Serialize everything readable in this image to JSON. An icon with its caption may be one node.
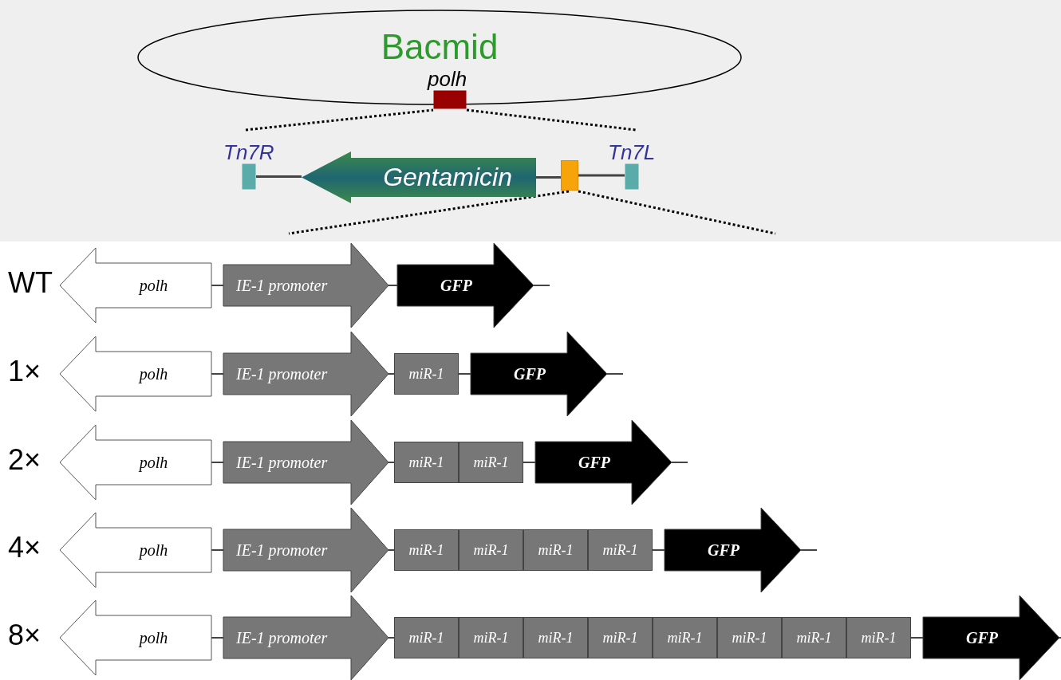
{
  "diagram": {
    "nodes": [
      {
        "text": [
          "Bacmid"
        ]
      },
      {
        "text": [],
        "shape": "box",
        "beside": [
          "polh"
        ]
      },
      {
        "text": [],
        "shape": "box",
        "beside": [
          "Tn7R"
        ]
      },
      {
        "text": [
          "Gentamicin"
        ]
      },
      {
        "text": [],
        "shape": "box"
      },
      {
        "text": [],
        "shape": "box",
        "beside": [
          "Tn7L"
        ]
      },
      {
        "text": [
          "polh"
        ]
      },
      {
        "text": [
          "IE-1 promoter"
        ]
      },
      {
        "text": [
          "GFP"
        ]
      },
      {
        "text": [
          "polh"
        ]
      },
      {
        "text": [
          "IE-1 promoter"
        ]
      },
      {
        "text": [
          "miR-1"
        ]
      },
      {
        "text": [
          "GFP"
        ]
      },
      {
        "text": [
          "polh"
        ]
      },
      {
        "text": [
          "IE-1 promoter"
        ]
      },
      {
        "text": [
          "miR-1"
        ]
      },
      {
        "text": [
          "miR-1"
        ]
      },
      {
        "text": [
          "GFP"
        ]
      },
      {
        "text": [
          "polh"
        ]
      },
      {
        "text": [
          "IE-1 promoter"
        ]
      },
      {
        "text": [
          "miR-1"
        ]
      },
      {
        "text": [
          "miR-1"
        ]
      },
      {
        "text": [
          "miR-1"
        ]
      },
      {
        "text": [
          "miR-1"
        ]
      },
      {
        "text": [
          "GFP"
        ]
      },
      {
        "text": [
          "polh"
        ]
      },
      {
        "text": [
          "IE-1 promoter"
        ]
      },
      {
        "text": [
          "miR-1"
        ]
      },
      {
        "text": [
          "miR-1"
        ]
      },
      {
        "text": [
          "miR-1"
        ]
      },
      {
        "text": [
          "miR-1"
        ]
      },
      {
        "text": [
          "miR-1"
        ]
      },
      {
        "text": [
          "miR-1"
        ]
      },
      {
        "text": [
          "miR-1"
        ]
      },
      {
        "text": [
          "miR-1"
        ]
      },
      {
        "text": [
          "GFP"
        ]
      }
    ],
    "edges": [
      {
        "from": 2,
        "to": 3,
        "arrow": "none"
      },
      {
        "from": 3,
        "to": 4,
        "arrow": "none"
      },
      {
        "from": 4,
        "to": 5,
        "arrow": "none"
      },
      {
        "from": 6,
        "to": 7,
        "arrow": "none"
      },
      {
        "from": 7,
        "to": 8,
        "arrow": "none"
      },
      {
        "from": 8,
        "to": null,
        "arrow": "none"
      },
      {
        "from": 9,
        "to": 10,
        "arrow": "none"
      },
      {
        "from": 10,
        "to": 11,
        "arrow": "none"
      },
      {
        "from": 11,
        "to": 12,
        "arrow": "none"
      },
      {
        "from": 12,
        "to": null,
        "arrow": "none"
      },
      {
        "from": 13,
        "to": 14,
        "arrow": "none"
      },
      {
        "from": 14,
        "to": 15,
        "arrow": "none"
      },
      {
        "from": 16,
        "to": 17,
        "arrow": "none"
      },
      {
        "from": 17,
        "to": null,
        "arrow": "none"
      },
      {
        "from": 18,
        "to": 19,
        "arrow": "none"
      },
      {
        "from": 19,
        "to": 20,
        "arrow": "none"
      },
      {
        "from": 23,
        "to": 24,
        "arrow": "none"
      },
      {
        "from": 24,
        "to": null,
        "arrow": "none"
      },
      {
        "from": 25,
        "to": 26,
        "arrow": "none"
      },
      {
        "from": 26,
        "to": 27,
        "arrow": "none"
      },
      {
        "from": 34,
        "to": 35,
        "arrow": "none"
      },
      {
        "from": 35,
        "to": null,
        "arrow": "none"
      }
    ],
    "labels": [
      "WT",
      "1×",
      "2×",
      "4×",
      "8×"
    ]
  }
}
